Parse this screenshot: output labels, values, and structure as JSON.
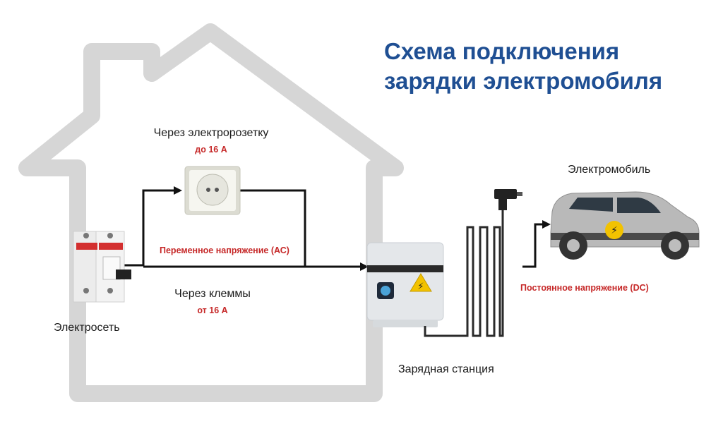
{
  "title": {
    "line1": "Схема подключения",
    "line2": "зарядки электромобиля"
  },
  "labels": {
    "socket_title": "Через электророзетку",
    "socket_limit": "до 16 А",
    "ac_voltage": "Переменное напряжение (АС)",
    "terminals_title": "Через клеммы",
    "terminals_limit": "от 16 А",
    "grid": "Электросеть",
    "station": "Зарядная станция",
    "car": "Электромобиль",
    "dc_voltage": "Постоянное напряжение (DC)"
  },
  "colors": {
    "title": "#1f4f93",
    "accent_red": "#c62828",
    "house_outline": "#d6d6d6",
    "wire": "#111111",
    "car_body": "#b9b9b9",
    "lightning_badge": "#f2c200"
  }
}
